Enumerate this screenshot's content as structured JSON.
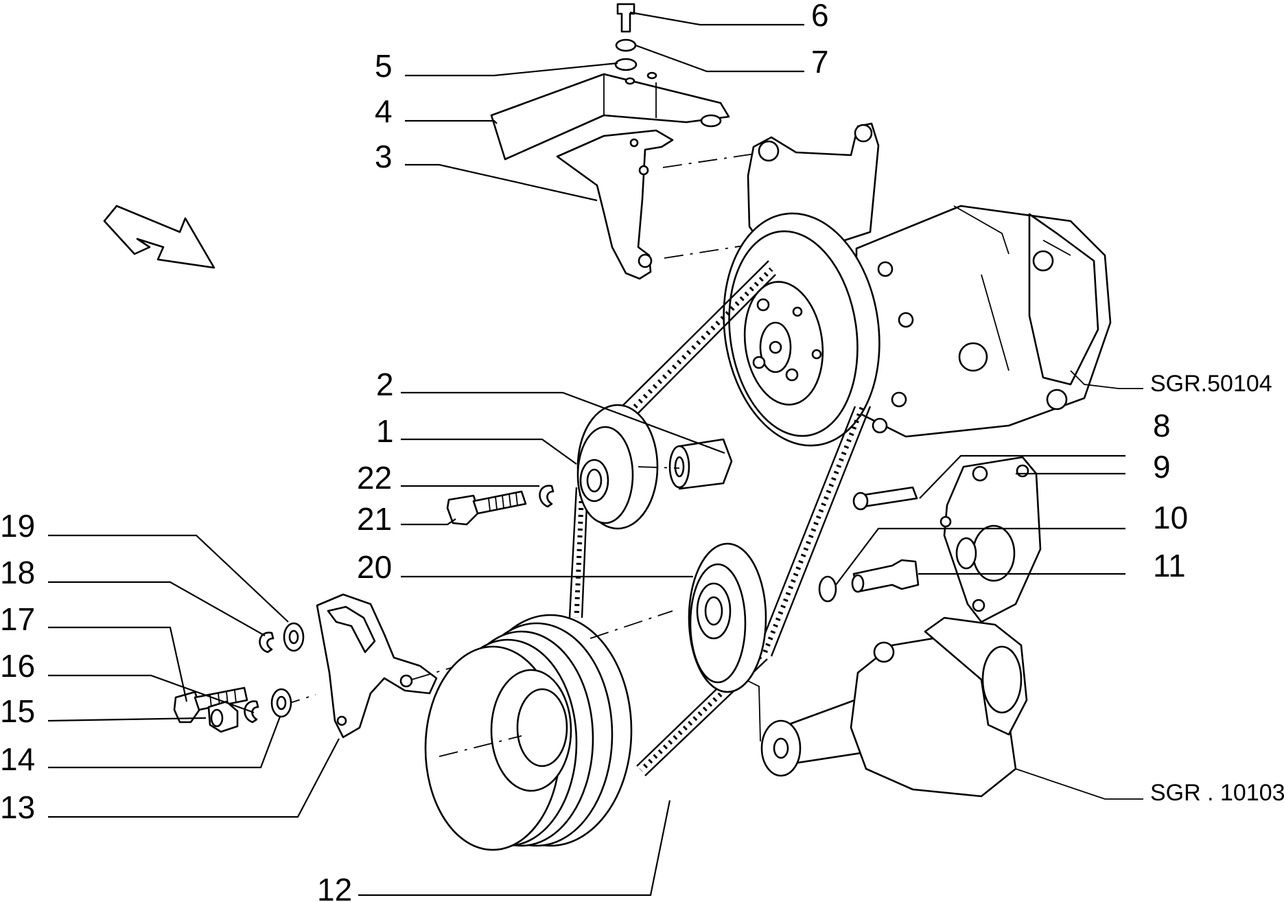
{
  "diagram": {
    "labels": {
      "n1": "1",
      "n2": "2",
      "n3": "3",
      "n4": "4",
      "n5": "5",
      "n6": "6",
      "n7": "7",
      "n8": "8",
      "n9": "9",
      "n10": "10",
      "n11": "11",
      "n12": "12",
      "n13": "13",
      "n14": "14",
      "n15": "15",
      "n16": "16",
      "n17": "17",
      "n18": "18",
      "n19": "19",
      "n20": "20",
      "n21": "21",
      "n22": "22"
    },
    "references": {
      "compressor": "SGR.50104",
      "crankshaft": "SGR . 10103"
    }
  }
}
